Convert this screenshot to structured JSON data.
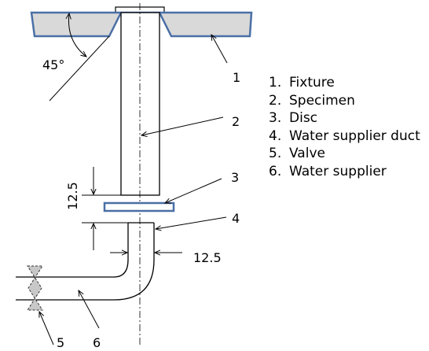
{
  "angle_label": "45°",
  "callouts": {
    "c1": "1",
    "c2": "2",
    "c3": "3",
    "c4": "4",
    "c5": "5",
    "c6": "6"
  },
  "dimensions": {
    "gap": "12.5",
    "duct_width": "12.5"
  },
  "legend": [
    {
      "number": "1.",
      "text": "Fixture"
    },
    {
      "number": "2.",
      "text": "Specimen"
    },
    {
      "number": "3.",
      "text": "Disc"
    },
    {
      "number": "4.",
      "text": "Water supplier duct"
    },
    {
      "number": "5.",
      "text": "Valve"
    },
    {
      "number": "6.",
      "text": "Water supplier"
    }
  ],
  "colors": {
    "fixture_fill": "#d9d9d9",
    "fixture_stroke": "#4a6fa5",
    "disc_stroke": "#4a6fa5",
    "valve_fill": "#c8c8c8"
  }
}
